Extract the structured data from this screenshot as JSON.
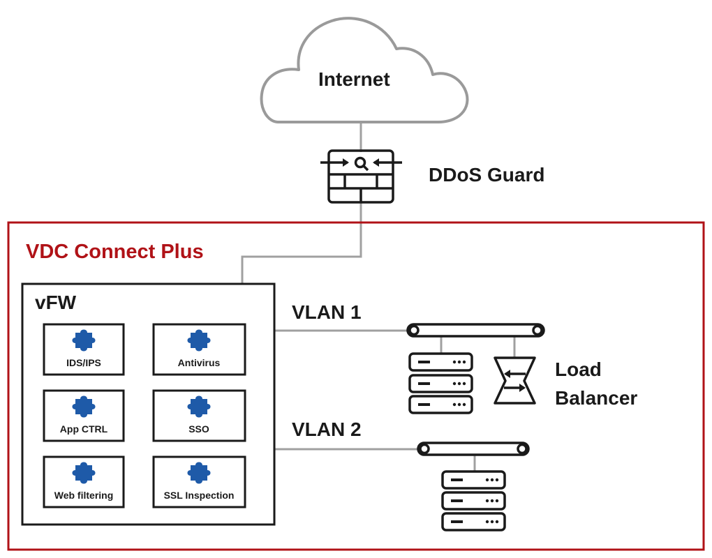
{
  "cloud": {
    "label": "Internet"
  },
  "ddos": {
    "label": "DDoS Guard"
  },
  "vdc": {
    "title": "VDC Connect Plus"
  },
  "vfw": {
    "title": "vFW",
    "modules": [
      "IDS/IPS",
      "Antivirus",
      "App CTRL",
      "SSO",
      "Web filtering",
      "SSL Inspection"
    ]
  },
  "vlans": [
    "VLAN 1",
    "VLAN 2"
  ],
  "load_balancer": {
    "line1": "Load",
    "line2": "Balancer"
  },
  "colors": {
    "frame_red": "#b01217",
    "line_gray": "#a0a0a0",
    "cloud_gray": "#9a9a9a",
    "ink": "#1a1a1a",
    "puzzle_blue": "#1e5aa8"
  }
}
